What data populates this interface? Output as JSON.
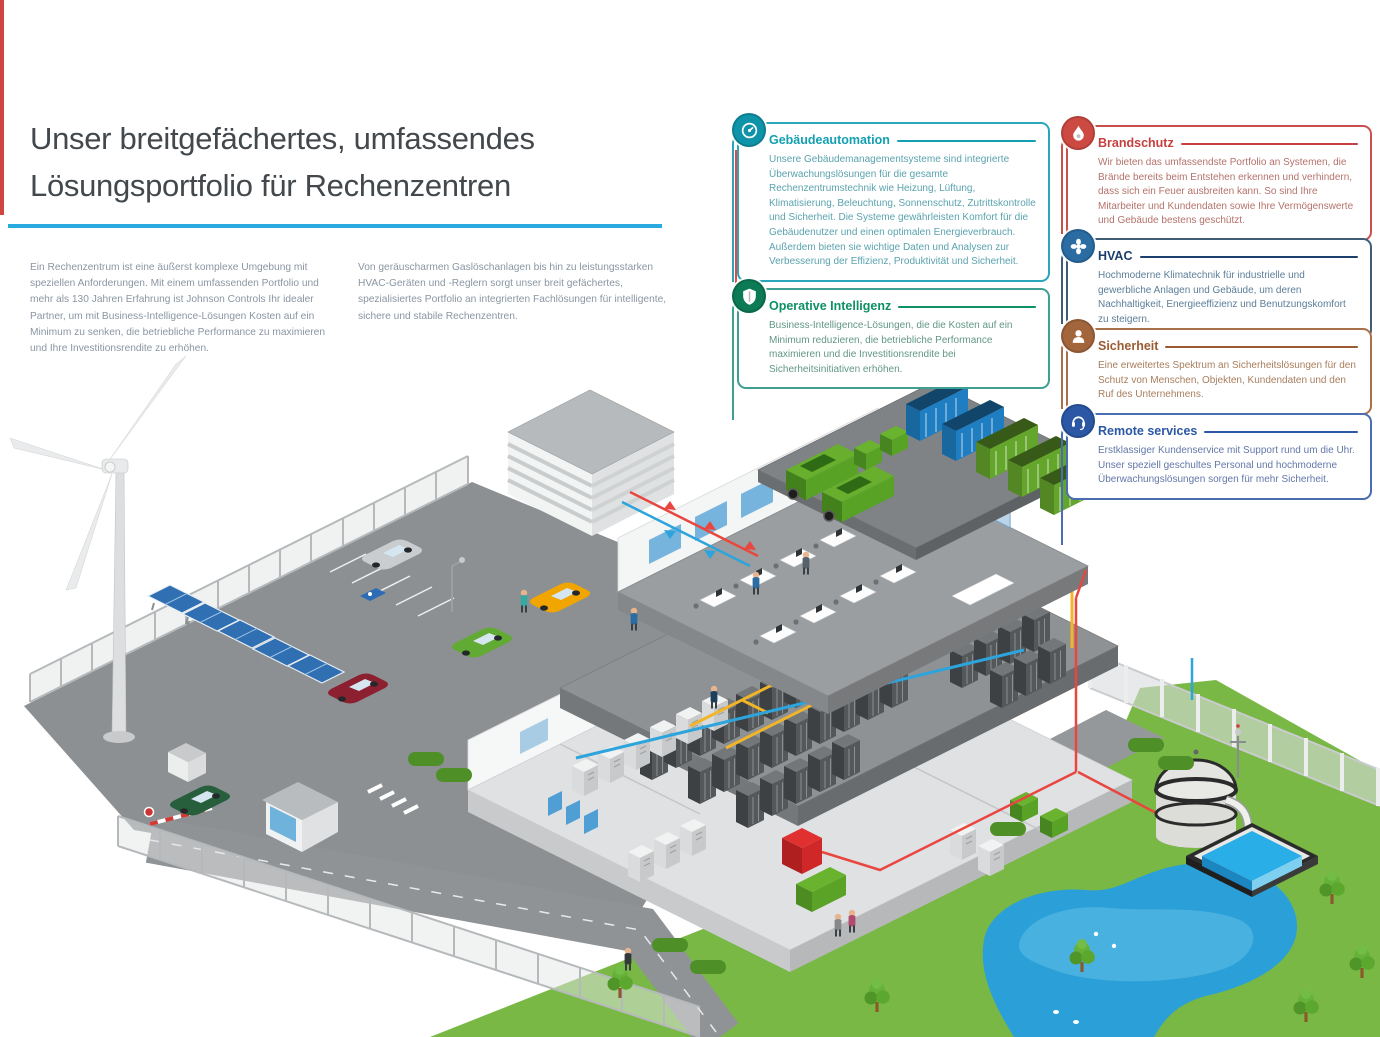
{
  "page": {
    "title_line1": "Unser breitgefächertes, umfassendes",
    "title_line2": "Lösungsportfolio für Rechenzentren",
    "title_rule_color": "#29abe2",
    "edge_strip_color": "#cf453f",
    "intro_left": "Ein Rechenzentrum ist eine äußerst komplexe Umgebung mit speziellen Anforderungen. Mit einem umfassenden Portfolio und mehr als 130 Jahren Erfahrung ist Johnson Controls Ihr idealer Partner, um mit Business-Intelligence-Lösungen Kosten auf ein Minimum zu senken, die betriebliche Performance zu maximieren und Ihre Investitionsrendite zu erhöhen.",
    "intro_right": "Von geräuscharmen Gaslöschanlagen bis hin zu leistungsstarken HVAC-Geräten und -Reglern sorgt unser breit gefächertes, spezialisiertes Portfolio an integrierten Fachlösungen für intelligente, sichere und stabile Rechenzentren."
  },
  "callouts": [
    {
      "title": "Gebäudeautomation",
      "icon": "gauge-icon",
      "accent": "#12a0b2",
      "border": "#2aa6b8",
      "icon_bg": "#0e93a8",
      "body_color": "#5aa3ae",
      "body": "Unsere Gebäudemanagementsysteme sind integrierte Überwachungslösungen für die gesamte Rechenzentrumstechnik wie Heizung, Lüftung, Klimatisierung, Beleuchtung, Sonnenschutz, Zutrittskontrolle und Sicherheit. Die Systeme gewährleisten Komfort für die Gebäudenutzer und einen optimalen Energieverbrauch. Außerdem bieten sie wichtige Daten und Analysen zur Verbesserung der Effizienz, Produktivität und Sicherheit."
    },
    {
      "title": "Operative Intelligenz",
      "icon": "shield-icon",
      "accent": "#0e9065",
      "border": "#3f9f92",
      "icon_bg": "#0c7a55",
      "body_color": "#629787",
      "body": "Business-Intelligence-Lösungen, die die Kosten auf ein Minimum reduzieren, die betriebliche Performance maximieren und die Investitionsrendite bei Sicherheitsinitiativen erhöhen."
    },
    {
      "title": "Brandschutz",
      "icon": "flame-icon",
      "accent": "#c6403f",
      "border": "#c9514d",
      "icon_bg": "#cc4a42",
      "body_color": "#b4726b",
      "body": "Wir bieten das umfassendste Portfolio an Systemen, die Brände bereits beim Entstehen erkennen und verhindern, dass sich ein Feuer ausbreiten kann. So sind Ihre Mitarbeiter und Kundendaten sowie Ihre Vermögenswerte und Gebäude bestens geschützt."
    },
    {
      "title": "HVAC",
      "icon": "fan-icon",
      "accent": "#1d3f6e",
      "border": "#3f5d75",
      "icon_bg": "#2b6ca3",
      "body_color": "#5c7e98",
      "body": "Hochmoderne Klimatechnik für industrielle und gewerbliche Anlagen und Gebäude, um deren Nachhaltigkeit, Energieeffizienz und Benutzungskomfort zu steigern."
    },
    {
      "title": "Sicherheit",
      "icon": "person-icon",
      "accent": "#9c5a32",
      "border": "#a8714b",
      "icon_bg": "#a2653c",
      "body_color": "#a87e5e",
      "body": "Eine erweitertes Spektrum an Sicherheitslösungen für den Schutz von Menschen, Objekten, Kundendaten und den Ruf des Unternehmens."
    },
    {
      "title": "Remote services",
      "icon": "headset-icon",
      "accent": "#2b57a5",
      "border": "#4a6cb0",
      "icon_bg": "#2b57a5",
      "body_color": "#6277a8",
      "body": "Erstklassiger Kundenservice mit Support rund um die Uhr. Unser speziell geschultes Personal und hochmoderne Überwachungslösungen sorgen für mehr Sicherheit."
    }
  ],
  "illustration_colors": {
    "plaza": "#8d9092",
    "lawn": "#79b844",
    "pond": "#2ba0d8",
    "pipe_red": "#e8473f",
    "pipe_blue": "#2da4dc",
    "cable_yellow": "#f0b529",
    "rack_dark": "#3e4143",
    "equipment_green": "#67af2d",
    "equipment_blue": "#1f7ec2"
  }
}
